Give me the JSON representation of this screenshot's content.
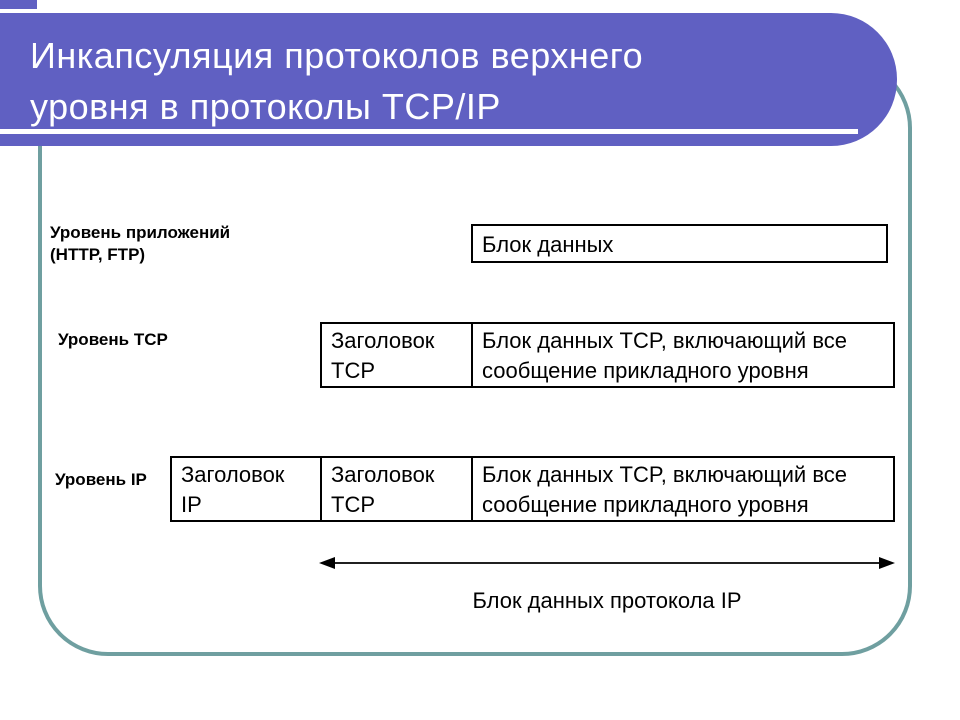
{
  "colors": {
    "title_bg": "#6060C2",
    "title_text": "#FFFFFF",
    "frame_border": "#6F9FA0",
    "box_border": "#000000",
    "diagram_text": "#000000"
  },
  "title": "Инкапсуляция протоколов верхнего\nуровня в протоколы TCP/IP",
  "diagram": {
    "rows": [
      {
        "label": "Уровень приложений\n(HTTP, FTP)",
        "boxes": [
          {
            "text": "Блок данных"
          }
        ]
      },
      {
        "label": "Уровень TCP",
        "boxes": [
          {
            "text": "Заголовок\nTCP"
          },
          {
            "text": "Блок данных TCP, включающий все\nсообщение прикладного уровня"
          }
        ]
      },
      {
        "label": "Уровень IP",
        "boxes": [
          {
            "text": "Заголовок\nIP"
          },
          {
            "text": "Заголовок\nTCP"
          },
          {
            "text": "Блок данных TCP, включающий все\nсообщение прикладного уровня"
          }
        ]
      }
    ],
    "arrow_label": "Блок данных протокола IP"
  }
}
